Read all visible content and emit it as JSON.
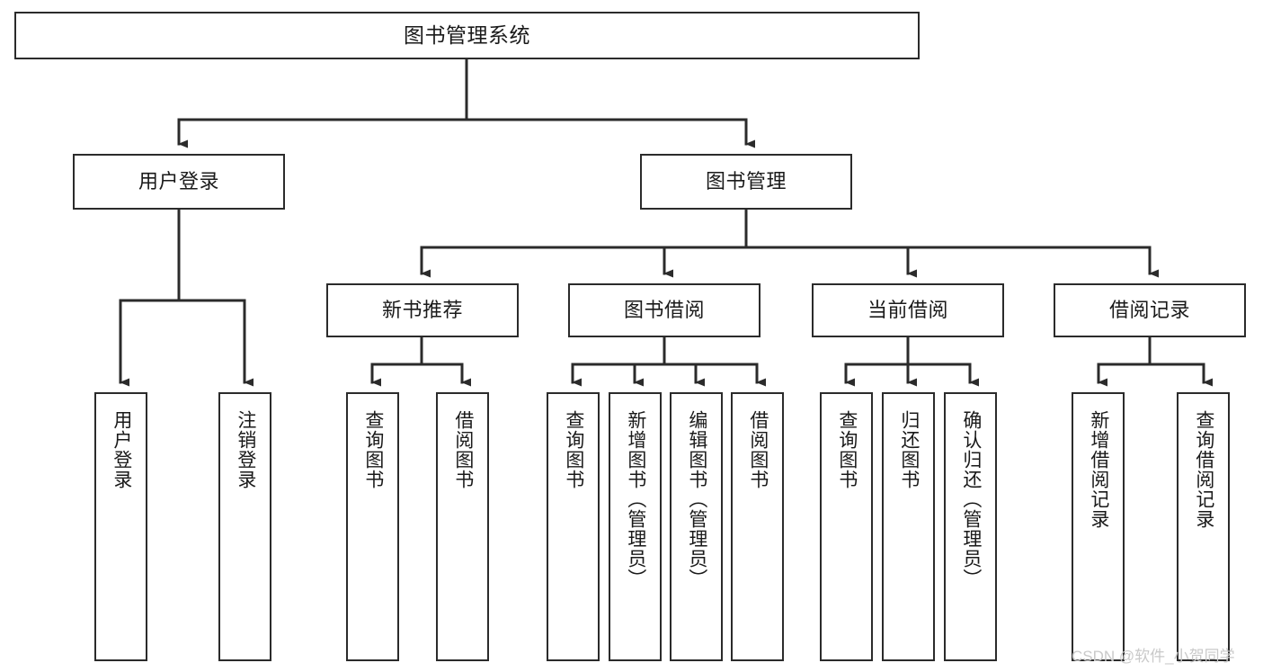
{
  "diagram": {
    "title": "图书管理系统",
    "type": "tree-hierarchy-chart",
    "orientation": "top-down",
    "colors": {
      "box_border": "#2b2b2b",
      "box_fill": "#ffffff",
      "connector": "#2b2b2b",
      "text": "#1a1a1a",
      "watermark": "#c9c9c9",
      "background": "#ffffff"
    },
    "root": {
      "label": "图书管理系统"
    },
    "level2": [
      {
        "label": "用户登录"
      },
      {
        "label": "图书管理"
      }
    ],
    "level3": [
      {
        "label": "新书推荐"
      },
      {
        "label": "图书借阅"
      },
      {
        "label": "当前借阅"
      },
      {
        "label": "借阅记录"
      }
    ],
    "leaves": {
      "user_login": [
        {
          "label": "用户登录"
        },
        {
          "label": "注销登录"
        }
      ],
      "new_book_recommend": [
        {
          "label": "查询图书"
        },
        {
          "label": "借阅图书"
        }
      ],
      "book_borrow": [
        {
          "label": "查询图书"
        },
        {
          "label": "新增图书（管理员）"
        },
        {
          "label": "编辑图书（管理员）"
        },
        {
          "label": "借阅图书"
        }
      ],
      "current_borrow": [
        {
          "label": "查询图书"
        },
        {
          "label": "归还图书"
        },
        {
          "label": "确认归还（管理员）"
        }
      ],
      "borrow_record": [
        {
          "label": "新增借阅记录"
        },
        {
          "label": "查询借阅记录"
        }
      ]
    },
    "watermark": "CSDN @软件_小贺同学"
  }
}
